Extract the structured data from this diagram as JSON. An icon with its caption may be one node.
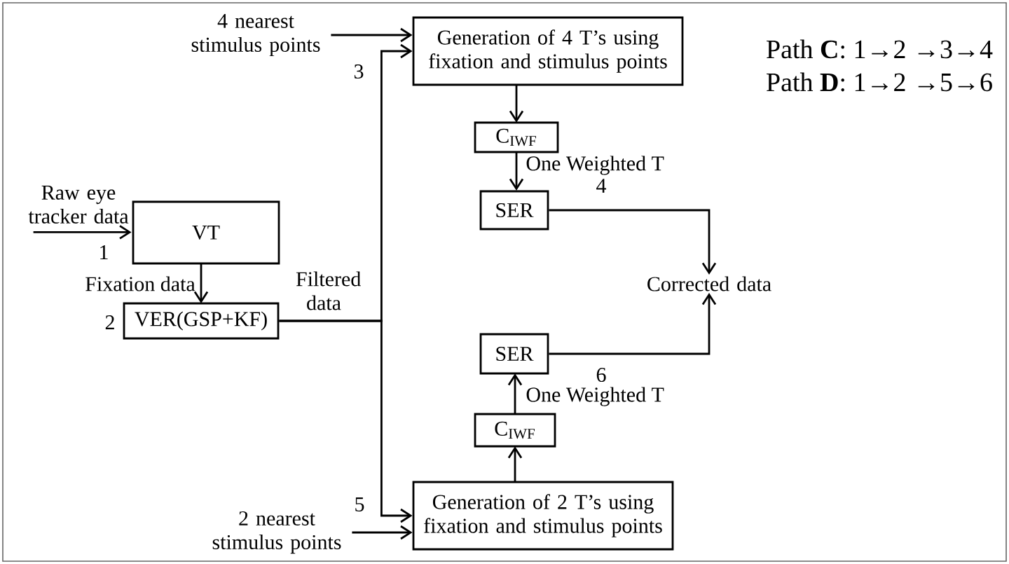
{
  "diagram": {
    "nodes": [
      {
        "text": [
          "Raw eye tracker data"
        ]
      },
      {
        "text": [
          "VT"
        ]
      },
      {
        "text": [
          "VER(GSP+KF)"
        ]
      },
      {
        "text": [
          "4 nearest stimulus points"
        ]
      },
      {
        "text": [
          "Generation of 4 T’s using fixation and stimulus points"
        ]
      },
      {
        "text": [
          "C$_{IWF}$"
        ]
      },
      {
        "text": [
          "SER"
        ]
      },
      {
        "text": [
          "Corrected data"
        ]
      },
      {
        "text": [
          "SER"
        ]
      },
      {
        "text": [
          "C$_{IWF}$"
        ]
      },
      {
        "text": [
          "Generation of 2 T’s using fixation and stimulus points"
        ]
      },
      {
        "text": [
          "2 nearest stimulus points"
        ]
      }
    ],
    "edges": [
      {
        "from": 0,
        "to": 1,
        "arrow": "to"
      },
      {
        "from": 1,
        "to": 2,
        "arrow": "to",
        "label": "Fixation data"
      },
      {
        "from": 2,
        "to": 4,
        "arrow": "to",
        "label": "Filtered data"
      },
      {
        "from": 2,
        "to": 10,
        "arrow": "to"
      },
      {
        "from": 3,
        "to": 4,
        "arrow": "to"
      },
      {
        "from": 4,
        "to": 5,
        "arrow": "to"
      },
      {
        "from": 5,
        "to": 6,
        "arrow": "to",
        "label": "One Weighted T"
      },
      {
        "from": 6,
        "to": 7,
        "arrow": "to"
      },
      {
        "from": 10,
        "to": 9,
        "arrow": "to"
      },
      {
        "from": 9,
        "to": 8,
        "arrow": "to",
        "label": "One Weighted T"
      },
      {
        "from": 8,
        "to": 7,
        "arrow": "to"
      },
      {
        "from": 11,
        "to": 10,
        "arrow": "to"
      }
    ],
    "labels": [
      "Path **C**: 1→2 →3→4",
      "Path **D**: 1→2 →5→6",
      "3",
      "1",
      "4",
      "2",
      "6",
      "5"
    ]
  }
}
